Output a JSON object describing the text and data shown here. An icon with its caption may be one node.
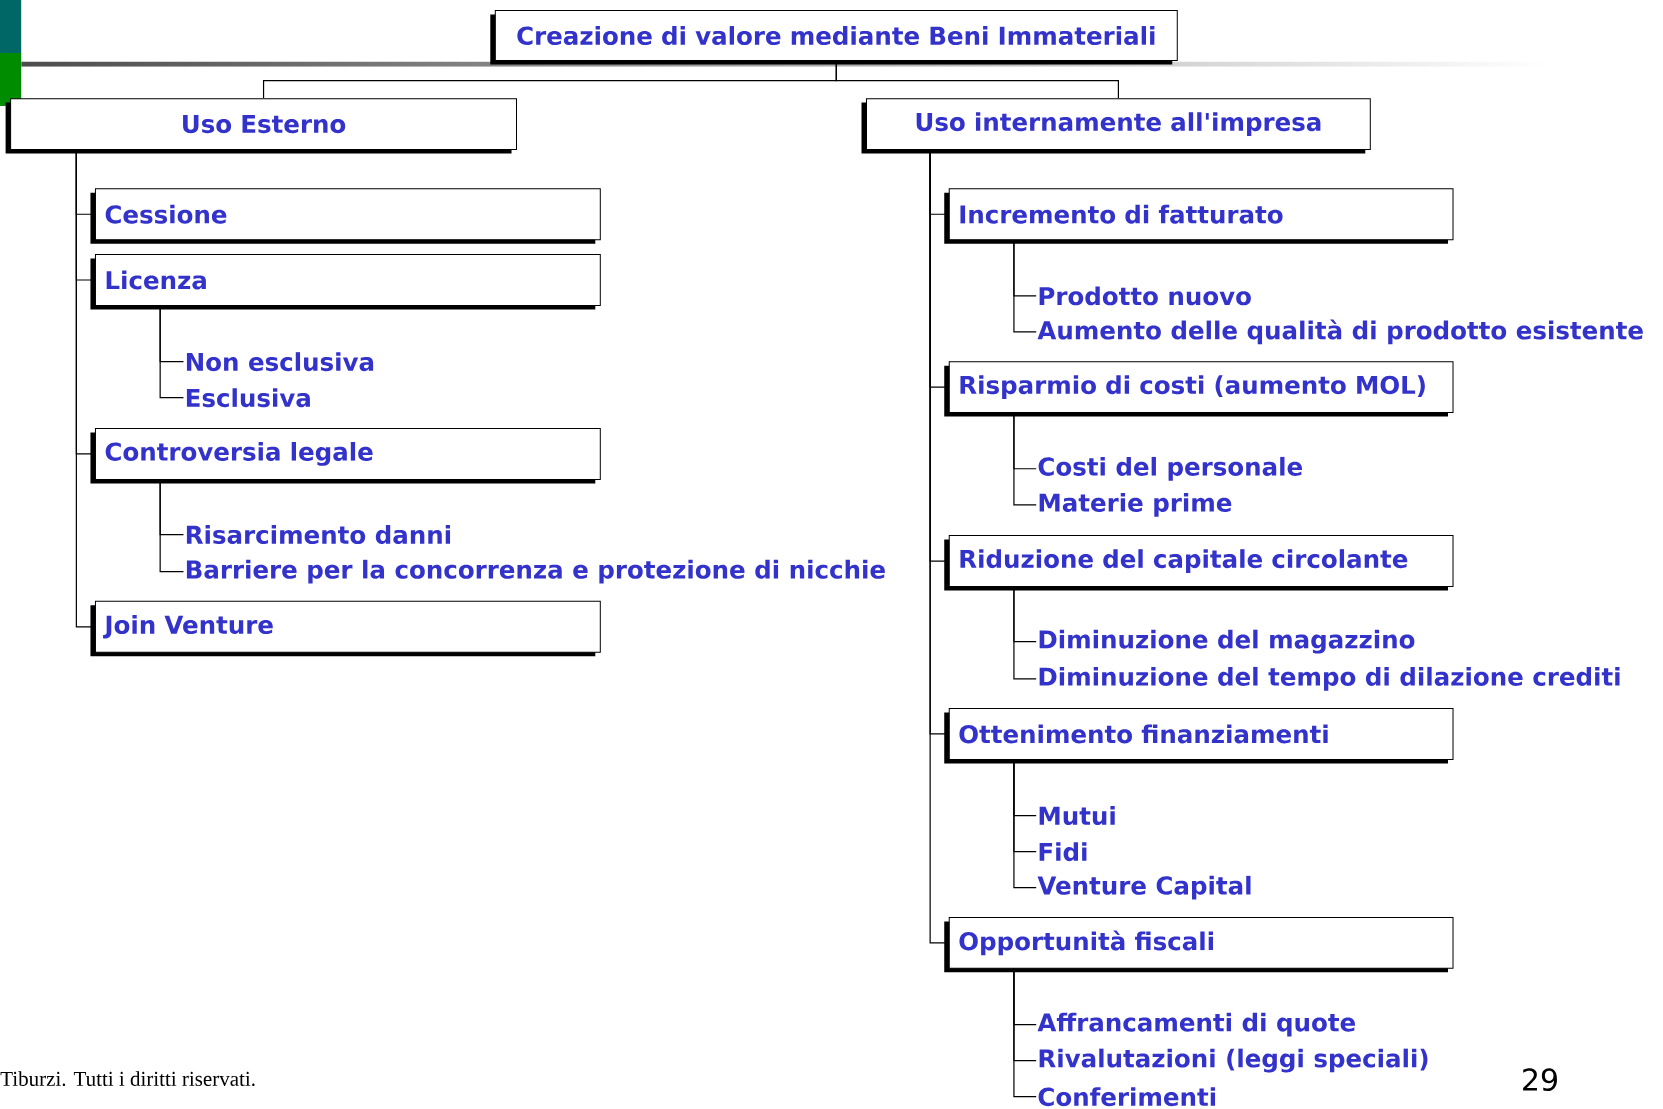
{
  "diagram": {
    "nodes": [
      {
        "text": [
          "Creazione di valore mediante Beni Immateriali"
        ]
      },
      {
        "text": [
          "Uso Esterno"
        ]
      },
      {
        "text": [
          "Uso internamente all'impresa"
        ]
      },
      {
        "text": [
          "Cessione"
        ]
      },
      {
        "text": [
          "Licenza"
        ]
      },
      {
        "text": [
          "Non esclusiva"
        ]
      },
      {
        "text": [
          "Esclusiva"
        ]
      },
      {
        "text": [
          "Controversia legale"
        ]
      },
      {
        "text": [
          "Risarcimento danni"
        ]
      },
      {
        "text": [
          "Barriere per la concorrenza e protezione di nicchie"
        ]
      },
      {
        "text": [
          "Join Venture"
        ]
      },
      {
        "text": [
          "Incremento di fatturato"
        ]
      },
      {
        "text": [
          "Prodotto nuovo"
        ]
      },
      {
        "text": [
          "Aumento delle qualità di prodotto esistente"
        ]
      },
      {
        "text": [
          "Risparmio di costi (aumento MOL)"
        ]
      },
      {
        "text": [
          "Costi del personale"
        ]
      },
      {
        "text": [
          "Materie prime"
        ]
      },
      {
        "text": [
          "Riduzione del capitale circolante"
        ]
      },
      {
        "text": [
          "Diminuzione del magazzino"
        ]
      },
      {
        "text": [
          "Diminuzione del tempo di dilazione crediti"
        ]
      },
      {
        "text": [
          "Ottenimento finanziamenti"
        ]
      },
      {
        "text": [
          "Mutui"
        ]
      },
      {
        "text": [
          "Fidi"
        ]
      },
      {
        "text": [
          "Venture Capital"
        ]
      },
      {
        "text": [
          "Opportunità fiscali"
        ]
      },
      {
        "text": [
          "Affrancamenti di quote"
        ]
      },
      {
        "text": [
          "Rivalutazioni (leggi speciali)"
        ]
      },
      {
        "text": [
          "Conferimenti"
        ]
      }
    ],
    "edges": [
      {
        "from": 0,
        "to": 1,
        "arrow": "none"
      },
      {
        "from": 0,
        "to": 2,
        "arrow": "none"
      },
      {
        "from": 1,
        "to": 3,
        "arrow": "none"
      },
      {
        "from": 1,
        "to": 4,
        "arrow": "none"
      },
      {
        "from": 4,
        "to": 5,
        "arrow": "none"
      },
      {
        "from": 4,
        "to": 6,
        "arrow": "none"
      },
      {
        "from": 1,
        "to": 7,
        "arrow": "none"
      },
      {
        "from": 7,
        "to": 8,
        "arrow": "none"
      },
      {
        "from": 7,
        "to": 9,
        "arrow": "none"
      },
      {
        "from": 1,
        "to": 10,
        "arrow": "none"
      },
      {
        "from": 2,
        "to": 11,
        "arrow": "none"
      },
      {
        "from": 11,
        "to": 12,
        "arrow": "none"
      },
      {
        "from": 11,
        "to": 13,
        "arrow": "none"
      },
      {
        "from": 2,
        "to": 14,
        "arrow": "none"
      },
      {
        "from": 14,
        "to": 15,
        "arrow": "none"
      },
      {
        "from": 14,
        "to": 16,
        "arrow": "none"
      },
      {
        "from": 2,
        "to": 17,
        "arrow": "none"
      },
      {
        "from": 17,
        "to": 18,
        "arrow": "none"
      },
      {
        "from": 17,
        "to": 19,
        "arrow": "none"
      },
      {
        "from": 2,
        "to": 20,
        "arrow": "none"
      },
      {
        "from": 20,
        "to": 21,
        "arrow": "none"
      },
      {
        "from": 20,
        "to": 22,
        "arrow": "none"
      },
      {
        "from": 20,
        "to": 23,
        "arrow": "none"
      },
      {
        "from": 2,
        "to": 24,
        "arrow": "none"
      },
      {
        "from": 24,
        "to": 25,
        "arrow": "none"
      },
      {
        "from": 24,
        "to": 26,
        "arrow": "none"
      },
      {
        "from": 24,
        "to": 27,
        "arrow": "none"
      }
    ],
    "labels": [
      "Tiburzi. Tutti i diritti riservati.",
      "29"
    ]
  }
}
